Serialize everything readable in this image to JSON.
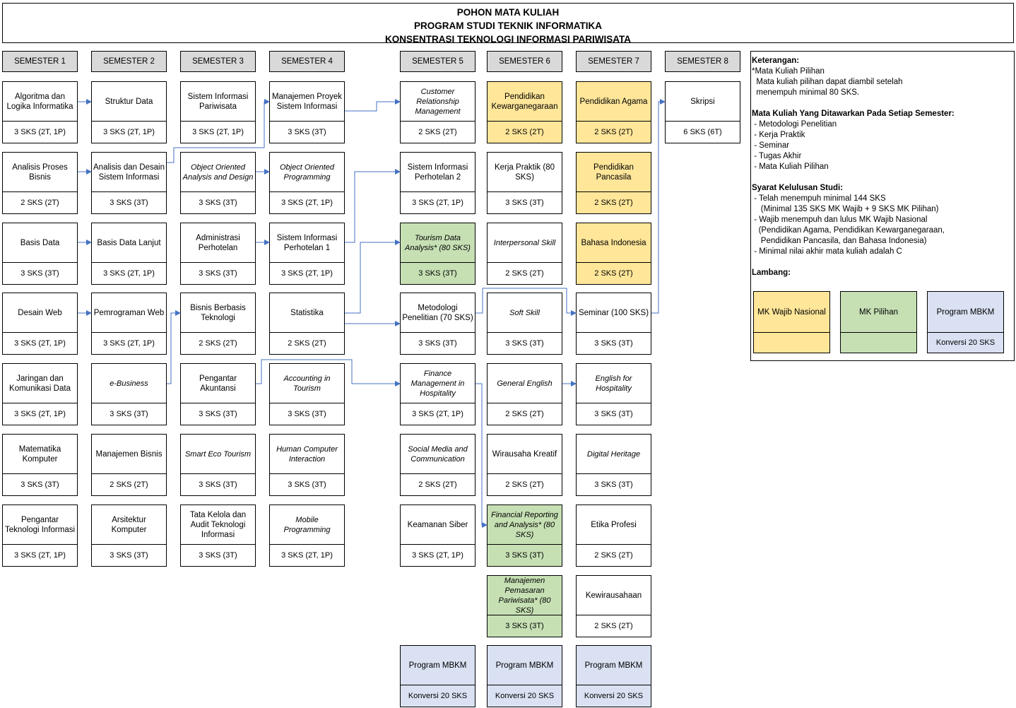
{
  "header": {
    "line1": "POHON MATA KULIAH",
    "line2": "PROGRAM STUDI TEKNIK INFORMATIKA",
    "line3": "KONSENTRASI TEKNOLOGI INFORMASI PARIWISATA"
  },
  "semesters": [
    "SEMESTER 1",
    "SEMESTER 2",
    "SEMESTER 3",
    "SEMESTER 4",
    "SEMESTER 5",
    "SEMESTER 6",
    "SEMESTER 7",
    "SEMESTER 8"
  ],
  "courses": [
    {
      "name": "Algoritma dan Logika Informatika",
      "sks": "3 SKS (2T, 1P)",
      "type": "normal"
    },
    {
      "name": "Analisis Proses Bisnis",
      "sks": "2 SKS (2T)",
      "type": "normal"
    },
    {
      "name": "Basis Data",
      "sks": "3 SKS (3T)",
      "type": "normal"
    },
    {
      "name": "Desain Web",
      "sks": "3 SKS (2T, 1P)",
      "type": "normal"
    },
    {
      "name": "Jaringan dan Komunikasi Data",
      "sks": "3 SKS (2T, 1P)",
      "type": "normal"
    },
    {
      "name": "Matematika Komputer",
      "sks": "3 SKS (3T)",
      "type": "normal"
    },
    {
      "name": "Pengantar Teknologi Informasi",
      "sks": "3 SKS (2T, 1P)",
      "type": "normal"
    },
    {
      "name": "Struktur Data",
      "sks": "3 SKS (2T, 1P)",
      "type": "normal"
    },
    {
      "name": "Analisis dan Desain Sistem Informasi",
      "sks": "3 SKS (3T)",
      "type": "normal"
    },
    {
      "name": "Basis Data Lanjut",
      "sks": "3 SKS (2T, 1P)",
      "type": "normal"
    },
    {
      "name": "Pemrograman Web",
      "sks": "3 SKS (2T, 1P)",
      "type": "normal"
    },
    {
      "name": "e-Business",
      "sks": "3 SKS (3T)",
      "type": "italic"
    },
    {
      "name": "Manajemen Bisnis",
      "sks": "2 SKS (2T)",
      "type": "normal"
    },
    {
      "name": "Arsitektur Komputer",
      "sks": "3 SKS (3T)",
      "type": "normal"
    },
    {
      "name": "Sistem Informasi Pariwisata",
      "sks": "3 SKS (2T, 1P)",
      "type": "normal"
    },
    {
      "name": "Object Oriented Analysis and Design",
      "sks": "3 SKS (3T)",
      "type": "italic"
    },
    {
      "name": "Administrasi Perhotelan",
      "sks": "3 SKS (3T)",
      "type": "normal"
    },
    {
      "name": "Bisnis Berbasis Teknologi",
      "sks": "2 SKS (2T)",
      "type": "normal"
    },
    {
      "name": "Pengantar Akuntansi",
      "sks": "3 SKS (3T)",
      "type": "normal"
    },
    {
      "name": "Smart Eco Tourism",
      "sks": "3 SKS (3T)",
      "type": "italic"
    },
    {
      "name": "Tata Kelola dan Audit Teknologi Informasi",
      "sks": "3 SKS (3T)",
      "type": "normal"
    },
    {
      "name": "Manajemen Proyek Sistem Informasi",
      "sks": "3 SKS (3T)",
      "type": "normal"
    },
    {
      "name": "Object Oriented Programming",
      "sks": "3 SKS (2T, 1P)",
      "type": "italic"
    },
    {
      "name": "Sistem Informasi Perhotelan 1",
      "sks": "3 SKS (2T, 1P)",
      "type": "normal"
    },
    {
      "name": "Statistika",
      "sks": "2 SKS (2T)",
      "type": "normal"
    },
    {
      "name": "Accounting in Tourism",
      "sks": "3 SKS (3T)",
      "type": "italic"
    },
    {
      "name": "Human Computer Interaction",
      "sks": "3 SKS (3T)",
      "type": "italic"
    },
    {
      "name": "Mobile Programming",
      "sks": "3 SKS (2T, 1P)",
      "type": "italic"
    },
    {
      "name": "Customer Relationship Management",
      "sks": "2 SKS (2T)",
      "type": "italic"
    },
    {
      "name": "Sistem Informasi Perhotelan 2",
      "sks": "3 SKS (2T, 1P)",
      "type": "normal"
    },
    {
      "name": "Tourism Data Analysis* (80 SKS)",
      "sks": "3 SKS (3T)",
      "type": "green"
    },
    {
      "name": "Metodologi Penelitian (70 SKS)",
      "sks": "3 SKS (3T)",
      "type": "normal"
    },
    {
      "name": "Finance Management in Hospitality",
      "sks": "3 SKS (2T, 1P)",
      "type": "italic"
    },
    {
      "name": "Social Media and Communication",
      "sks": "2 SKS (2T)",
      "type": "italic"
    },
    {
      "name": "Keamanan Siber",
      "sks": "3 SKS (2T, 1P)",
      "type": "normal"
    },
    {
      "name": "Program MBKM",
      "sks": "Konversi 20 SKS",
      "type": "blue"
    },
    {
      "name": "Pendidikan Kewarganegaraan",
      "sks": "2 SKS (2T)",
      "type": "yellow"
    },
    {
      "name": "Kerja Praktik (80 SKS)",
      "sks": "3 SKS (3T)",
      "type": "normal"
    },
    {
      "name": "Interpersonal Skill",
      "sks": "2 SKS (2T)",
      "type": "italic"
    },
    {
      "name": "Soft Skill",
      "sks": "3 SKS (3T)",
      "type": "italic"
    },
    {
      "name": "General English",
      "sks": "2 SKS (2T)",
      "type": "italic"
    },
    {
      "name": "Wirausaha Kreatif",
      "sks": "2 SKS (2T)",
      "type": "normal"
    },
    {
      "name": "Financial Reporting and Analysis* (80 SKS)",
      "sks": "3 SKS (3T)",
      "type": "green"
    },
    {
      "name": "Manajemen Pemasaran Pariwisata* (80 SKS)",
      "sks": "3 SKS (3T)",
      "type": "green"
    },
    {
      "name": "Program MBKM",
      "sks": "Konversi 20 SKS",
      "type": "blue"
    },
    {
      "name": "Pendidikan Agama",
      "sks": "2 SKS (2T)",
      "type": "yellow"
    },
    {
      "name": "Pendidikan Pancasila",
      "sks": "2 SKS (2T)",
      "type": "yellow"
    },
    {
      "name": "Bahasa Indonesia",
      "sks": "2 SKS (2T)",
      "type": "yellow"
    },
    {
      "name": "Seminar (100 SKS)",
      "sks": "3 SKS (3T)",
      "type": "normal"
    },
    {
      "name": "English for Hospitality",
      "sks": "3 SKS (3T)",
      "type": "italic"
    },
    {
      "name": "Digital Heritage",
      "sks": "3 SKS (3T)",
      "type": "italic"
    },
    {
      "name": "Etika Profesi",
      "sks": "2 SKS (2T)",
      "type": "normal"
    },
    {
      "name": "Kewirausahaan",
      "sks": "2 SKS (2T)",
      "type": "normal"
    },
    {
      "name": "Program MBKM",
      "sks": "Konversi 20 SKS",
      "type": "blue"
    },
    {
      "name": "Skripsi",
      "sks": "6 SKS (6T)",
      "type": "normal"
    }
  ],
  "legend": {
    "keterangan_title": "Keterangan:",
    "k1": "*Mata Kuliah Pilihan",
    "k2": "  Mata kuliah pilihan dapat diambil setelah",
    "k3": "  menempuh minimal 80 SKS.",
    "ditawarkan_title": "Mata Kuliah Yang Ditawarkan Pada Setiap Semester:",
    "d1": " - Metodologi Penelitian",
    "d2": " - Kerja Praktik",
    "d3": " - Seminar",
    "d4": " - Tugas Akhir",
    "d5": " - Mata Kuliah Pilihan",
    "syarat_title": "Syarat Kelulusan Studi:",
    "s1": " - Telah menempuh minimal 144 SKS",
    "s2": "    (Minimal 135 SKS MK Wajib + 9 SKS MK Pilihan)",
    "s3": " - Wajib menempuh dan lulus MK Wajib Nasional",
    "s4": "   (Pendidikan Agama, Pendidikan Kewarganegaraan,",
    "s5": "    Pendidikan Pancasila, dan Bahasa Indonesia)",
    "s6": " - Minimal nilai akhir mata kuliah adalah C",
    "lambang_title": "Lambang:",
    "swatch_wajib": "MK Wajib Nasional",
    "swatch_pilihan": "MK Pilihan",
    "swatch_mbkm": "Program MBKM",
    "swatch_mbkm_sub": "Konversi 20 SKS"
  },
  "colors": {
    "yellow": "#ffe699",
    "green": "#c6e0b4",
    "blue": "#d9e1f2",
    "header_gray": "#d9d9d9",
    "arrow": "#4472c4"
  }
}
